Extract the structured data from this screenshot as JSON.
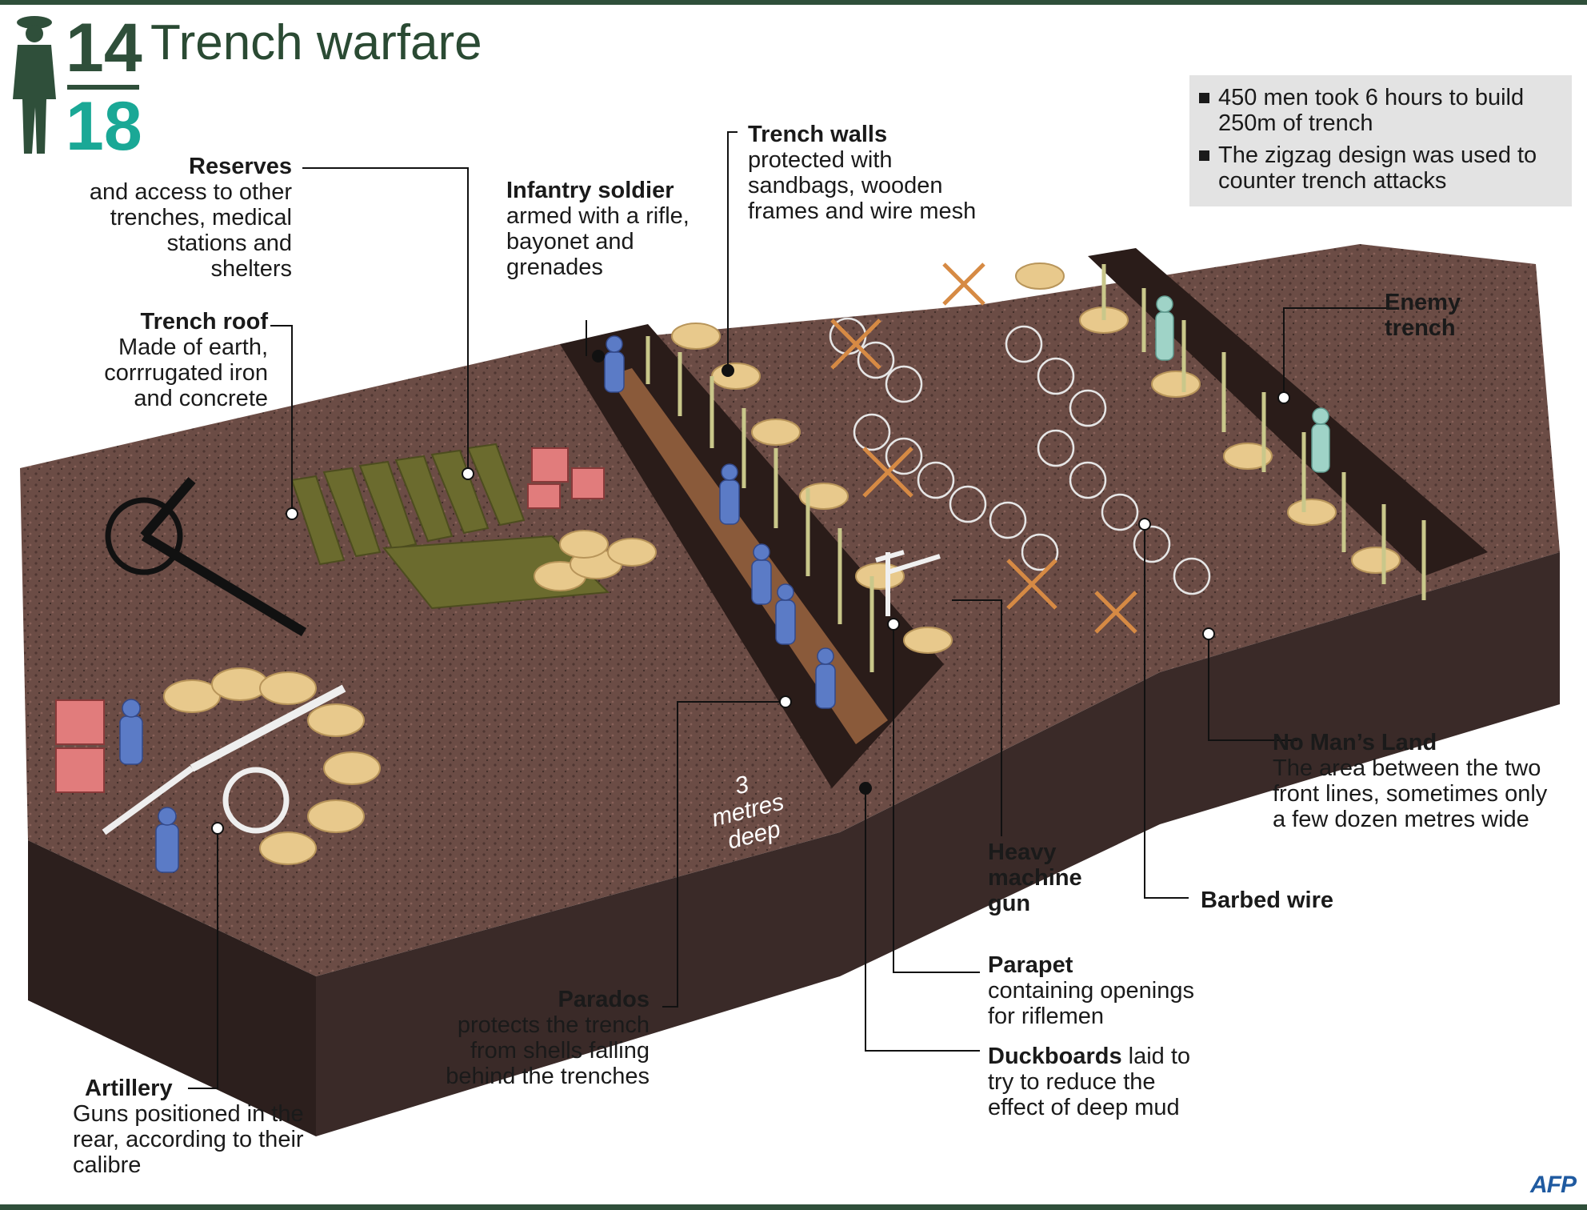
{
  "header": {
    "title": "Trench warfare",
    "logo_top": "14",
    "logo_bottom": "18"
  },
  "info": {
    "items": [
      "450 men took 6 hours to build 250m of trench",
      "The zigzag design was used to counter trench attacks"
    ]
  },
  "labels": {
    "reserves": {
      "title": "Reserves",
      "text": "and access to other trenches, medical stations and shelters"
    },
    "infantry": {
      "title": "Infantry soldier",
      "text": "armed with a rifle, bayonet and grenades"
    },
    "walls": {
      "title": "Trench walls",
      "text": "protected with sandbags, wooden frames and wire mesh"
    },
    "roof": {
      "title": "Trench roof",
      "text": "Made of earth, corrrugated iron and concrete"
    },
    "enemy": {
      "title": "Enemy trench"
    },
    "nomans": {
      "title": "No Man’s Land",
      "text": "The area between the two front lines, sometimes only a few dozen metres wide"
    },
    "mg": {
      "title": "Heavy machine gun"
    },
    "barbed": {
      "title": "Barbed wire"
    },
    "parapet": {
      "title": "Parapet",
      "text": "containing openings for riflemen"
    },
    "parados": {
      "title": "Parados",
      "text": "protects the trench from shells falling behind the trenches"
    },
    "duck": {
      "title": "Duckboards",
      "text": "laid to try to reduce the effect of deep mud"
    },
    "artillery": {
      "title": "Artillery",
      "text": "Guns positioned in the rear, according to their calibre"
    }
  },
  "depth_label": "3 metres deep",
  "credit": "AFP",
  "colors": {
    "accent_green": "#2f4f3a",
    "logo_teal": "#1aa896",
    "ground": "#6e4f47",
    "side": "#3a2a28",
    "plank": "#6b6b2e",
    "sandbag": "#e8c98c",
    "soldier": "#5b7bc6",
    "enemy_soldier": "#9fd3c7",
    "crate": "#e17c7c"
  }
}
